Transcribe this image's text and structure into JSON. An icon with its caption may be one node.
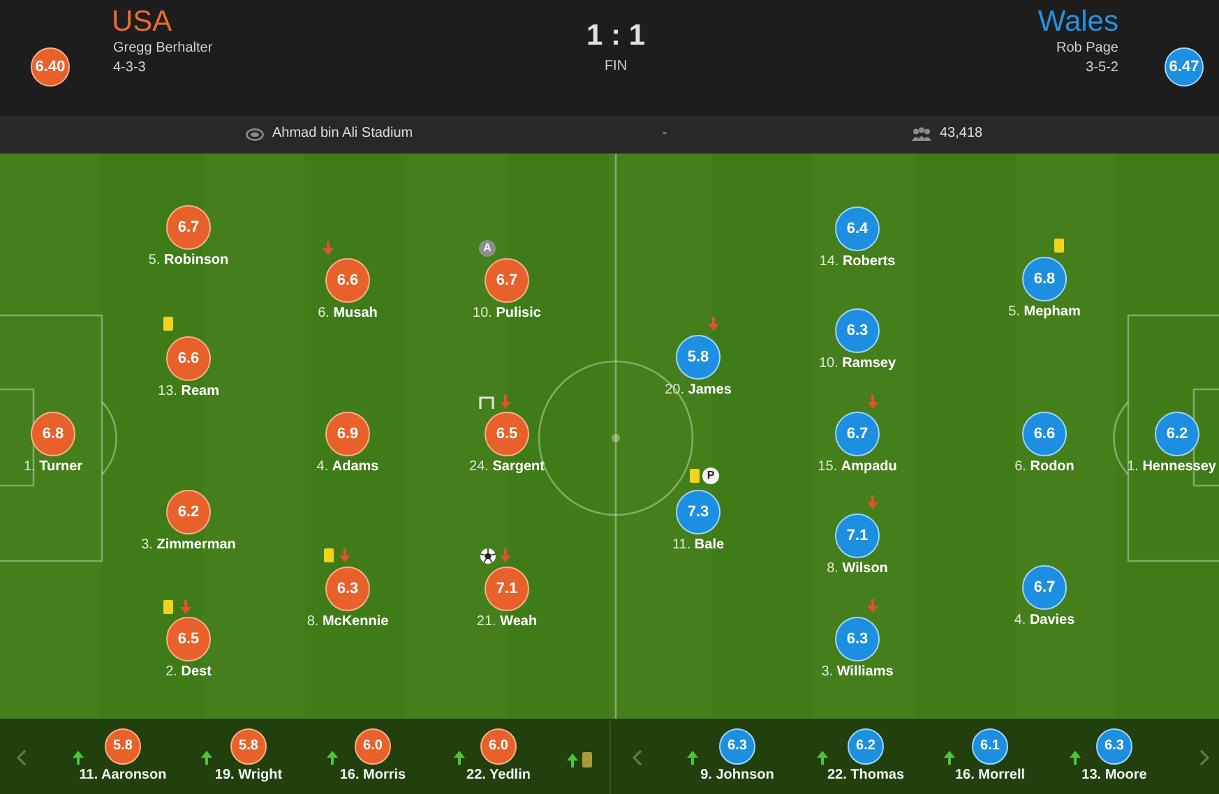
{
  "diagram": {
    "nodes": [
      {
        "text": [
          "6.40"
        ]
      },
      {
        "text": [
          "6.47"
        ]
      },
      {
        "text": [
          "6.8"
        ],
        "beside": [
          "1. **Turner**"
        ]
      },
      {
        "text": [
          "6.7"
        ],
        "beside": [
          "5. **Robinson**"
        ]
      },
      {
        "text": [
          "6.6"
        ],
        "beside": [
          "13. **Ream**"
        ]
      },
      {
        "text": [
          "6.2"
        ],
        "beside": [
          "3. **Zimmerman**"
        ]
      },
      {
        "text": [
          "6.5"
        ],
        "beside": [
          "2. **Dest**"
        ]
      },
      {
        "text": [
          "6.6"
        ],
        "beside": [
          "6. **Musah**"
        ]
      },
      {
        "text": [
          "6.9"
        ],
        "beside": [
          "4. **Adams**"
        ]
      },
      {
        "text": [
          "6.3"
        ],
        "beside": [
          "8. **McKennie**"
        ]
      },
      {
        "text": [
          "6.7"
        ],
        "beside": [
          "10. **Pulisic**",
          "A"
        ]
      },
      {
        "text": [
          "6.5"
        ],
        "beside": [
          "24. **Sargent**"
        ]
      },
      {
        "text": [
          "7.1"
        ],
        "beside": [
          "21. **Weah**"
        ]
      },
      {
        "text": [
          "5.8"
        ],
        "beside": [
          "20. **James**"
        ]
      },
      {
        "text": [
          "7.3"
        ],
        "beside": [
          "11. **Bale**",
          "P"
        ]
      },
      {
        "text": [
          "6.4"
        ],
        "beside": [
          "14. **Roberts**"
        ]
      },
      {
        "text": [
          "6.3"
        ],
        "beside": [
          "10. **Ramsey**"
        ]
      },
      {
        "text": [
          "6.7"
        ],
        "beside": [
          "15. **Ampadu**"
        ]
      },
      {
        "text": [
          "7.1"
        ],
        "beside": [
          "8. **Wilson**"
        ]
      },
      {
        "text": [
          "6.3"
        ],
        "beside": [
          "3. **Williams**"
        ]
      },
      {
        "text": [
          "6.8"
        ],
        "beside": [
          "5. **Mepham**"
        ]
      },
      {
        "text": [
          "6.6"
        ],
        "beside": [
          "6. **Rodon**"
        ]
      },
      {
        "text": [
          "6.7"
        ],
        "beside": [
          "4. **Davies**"
        ]
      },
      {
        "text": [
          "6.2"
        ],
        "beside": [
          "1. **Hennessey**"
        ]
      },
      {
        "text": [
          "5.8"
        ],
        "beside": [
          "11. Aaronson"
        ]
      },
      {
        "text": [
          "5.8"
        ],
        "beside": [
          "19. Wright"
        ]
      },
      {
        "text": [
          "6.0"
        ],
        "beside": [
          "16. Morris"
        ]
      },
      {
        "text": [
          "6.0"
        ],
        "beside": [
          "22. Yedlin"
        ]
      },
      {
        "text": [
          "6.3"
        ],
        "beside": [
          "9. Johnson"
        ]
      },
      {
        "text": [
          "6.2"
        ],
        "beside": [
          "22. Thomas"
        ]
      },
      {
        "text": [
          "6.1"
        ],
        "beside": [
          "16. Morrell"
        ]
      },
      {
        "text": [
          "6.3"
        ],
        "beside": [
          "13. Moore"
        ]
      }
    ],
    "labels": [
      "USA",
      "Gregg Berhalter",
      "4-3-3",
      "1 : 1",
      "FIN",
      "Wales",
      "Rob Page",
      "3-5-2",
      "Ahmad bin Ali Stadium",
      "-",
      "43,418"
    ]
  }
}
